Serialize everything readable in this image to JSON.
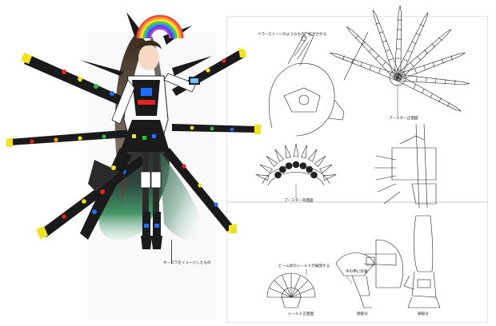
{
  "labels": {
    "header_note": "ベラ−ストーンのようなもの　虹がかかる",
    "booster_front": "ブースター正面図",
    "booster_back": "ブースター背面図",
    "skirt_note": "オーロラをイメージしたもの",
    "shield_note": "ビーム状のシールドが展開する",
    "shield_front": "シールド正面図",
    "hand_note": "手の甲に装着",
    "arm_part": "腕部分",
    "leg_part": "脚部分"
  },
  "colors": {
    "rainbow": [
      "#ff3b3b",
      "#ff9a1f",
      "#ffe11f",
      "#3fd13a",
      "#2f8cff",
      "#5b3bd6",
      "#b13bd6"
    ],
    "spear_body": "#1a1a1a",
    "spear_yellow": "#f2e21a",
    "jewel_blue": "#1f6dff",
    "jewel_red": "#e62222",
    "jewel_green": "#23c23a"
  }
}
